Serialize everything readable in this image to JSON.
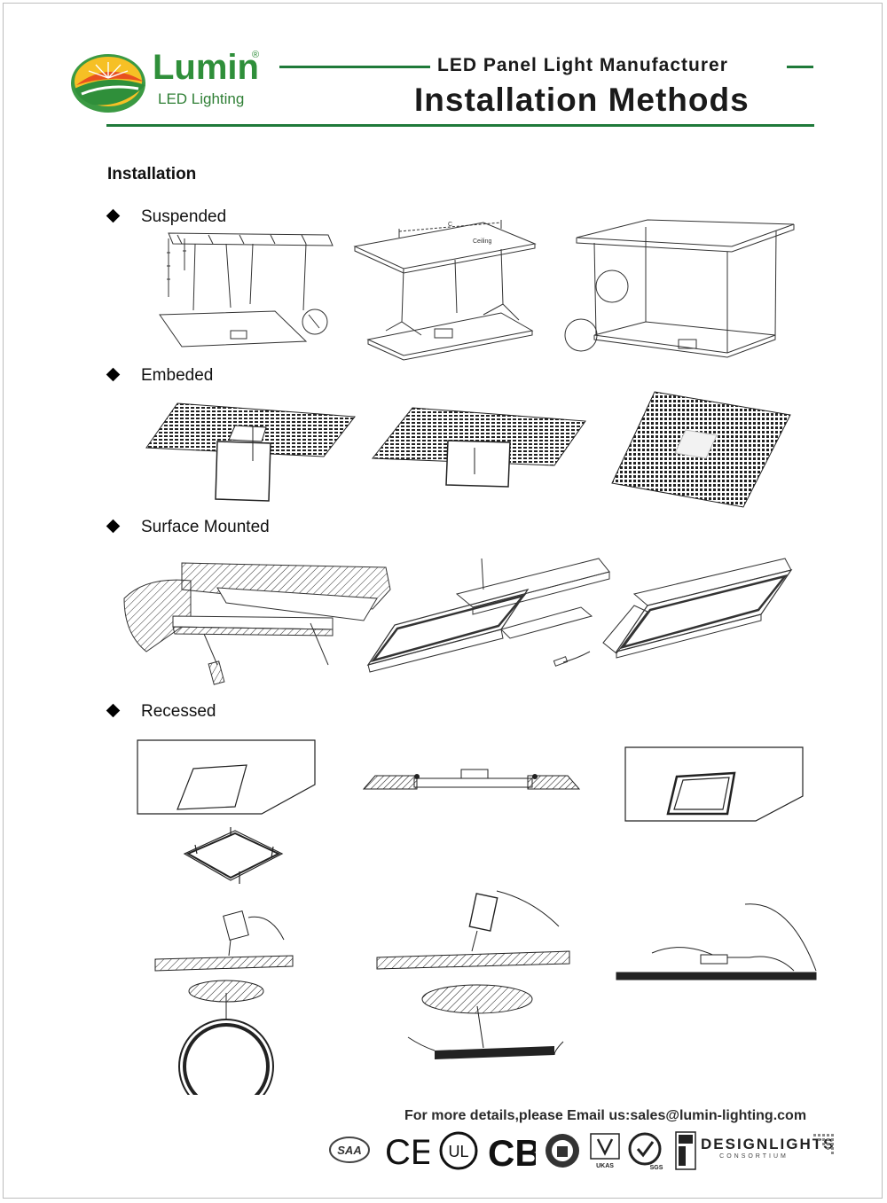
{
  "header": {
    "brand": "Lumin",
    "registered": "®",
    "brand_sub": "LED Lighting",
    "tagline": "LED Panel Light Manufacturer",
    "title": "Installation Methods",
    "accent_color": "#1f7a3a"
  },
  "content": {
    "heading": "Installation",
    "sections": [
      {
        "label": "Suspended"
      },
      {
        "label": "Embeded"
      },
      {
        "label": "Surface Mounted"
      },
      {
        "label": "Recessed"
      }
    ],
    "figure_labels": {
      "ceiling": "Ceiling",
      "dim_c": "C"
    }
  },
  "footer": {
    "contact": "For more details,please Email us:sales@lumin-lighting.com",
    "certifications": [
      {
        "name": "SAA",
        "text": "SAA"
      },
      {
        "name": "CE",
        "text": "CE"
      },
      {
        "name": "UL",
        "text": "UL"
      },
      {
        "name": "CB",
        "text": "CB"
      },
      {
        "name": "BSI",
        "text": ""
      },
      {
        "name": "UKAS",
        "text": "UKAS"
      },
      {
        "name": "SGS",
        "text": "SGS"
      },
      {
        "name": "RoHS",
        "text": ""
      },
      {
        "name": "DesignLights",
        "text": "DESIGNLIGHTS",
        "sub": "CONSORTIUM"
      }
    ]
  }
}
